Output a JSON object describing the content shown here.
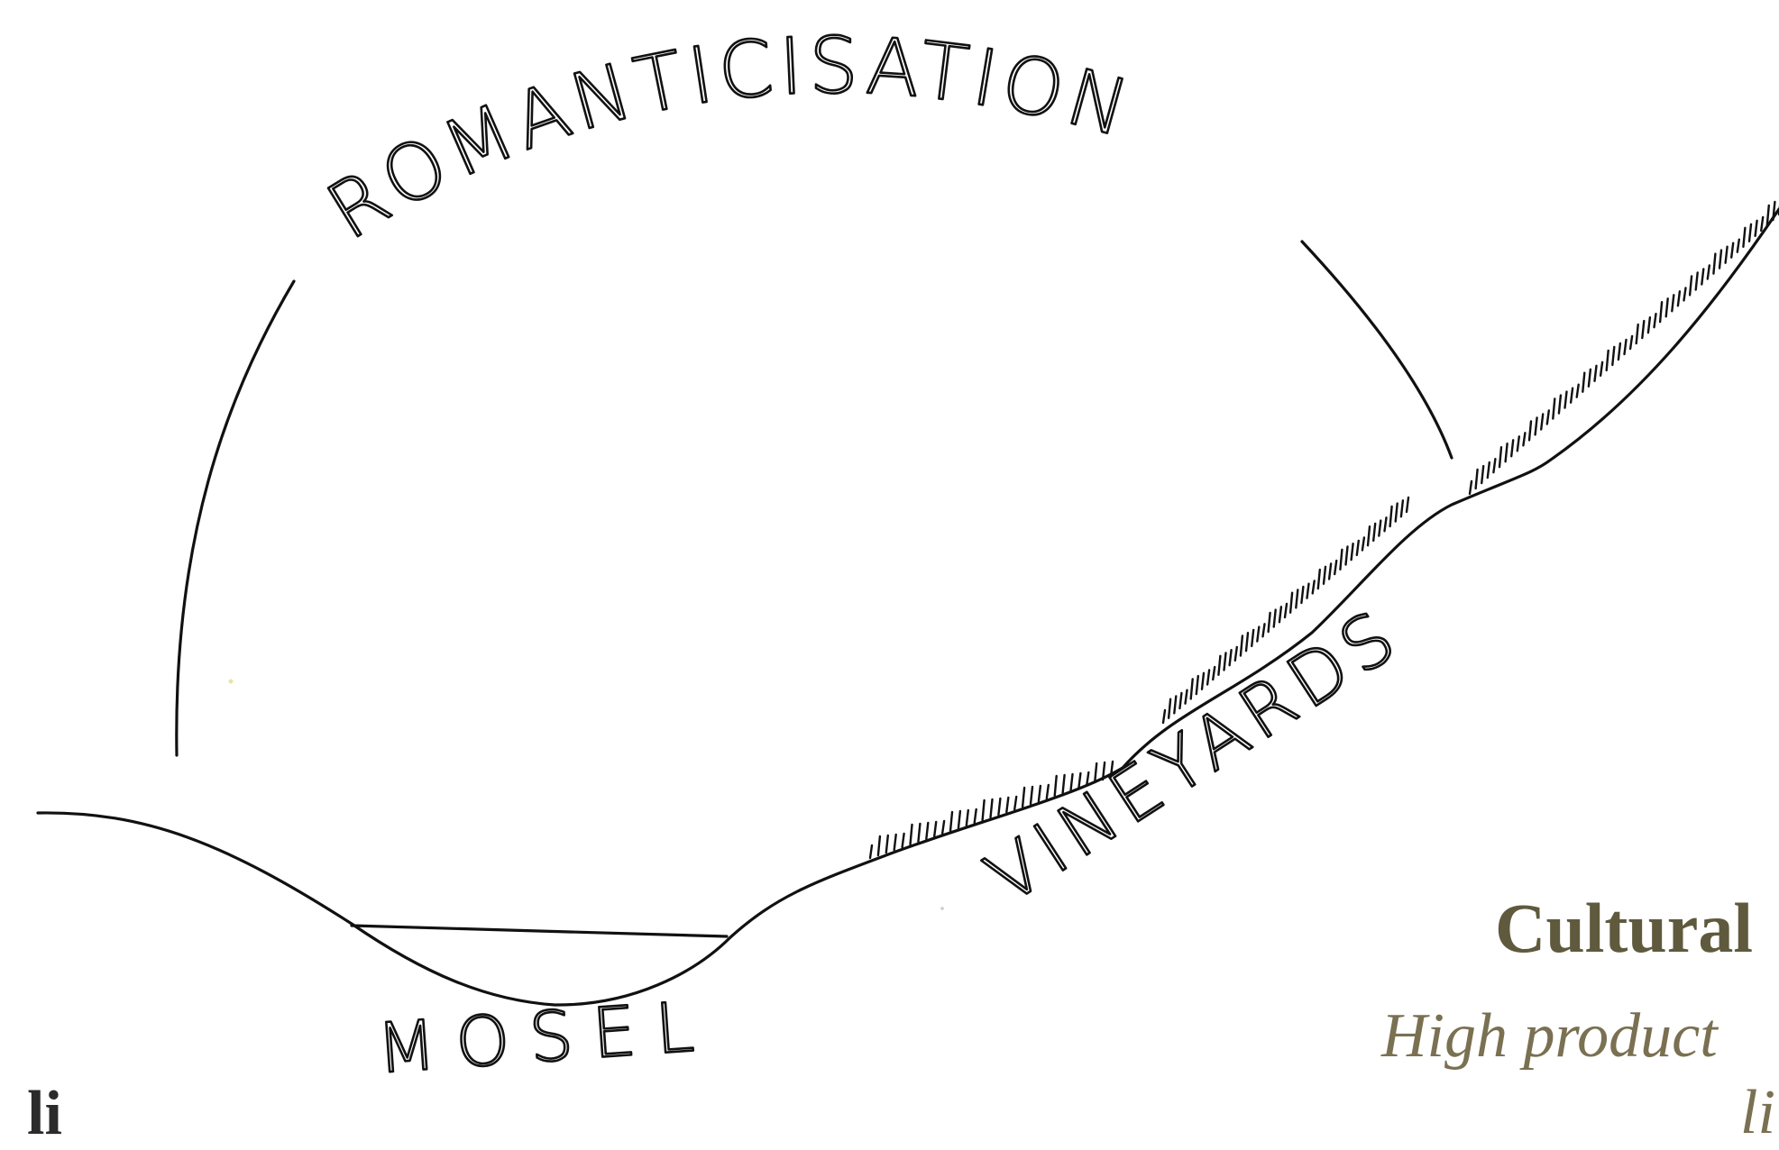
{
  "labels": {
    "romanticisation": "ROMANTICISATION",
    "vineyards": "VINEYARDS",
    "mosel": "MOSEL"
  },
  "captions": {
    "title": "Cultural",
    "subtitle": "High product",
    "subtitle_fragment": "li",
    "left_fragment": "li"
  },
  "colors": {
    "ink": "#111111",
    "caption_title": "#5f5a3d",
    "caption_subtitle": "#7a7052",
    "background": "#ffffff"
  }
}
